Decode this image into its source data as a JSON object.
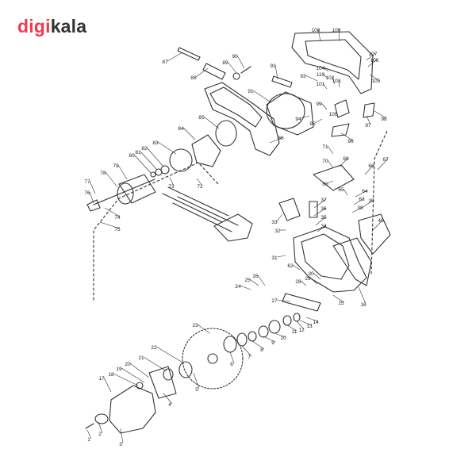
{
  "logo": {
    "part1": "digi",
    "part2": "kala",
    "color1": "#ef394e",
    "color2": "#333333"
  },
  "diagram": {
    "line_color": "#333333",
    "label_color": "#222222",
    "callouts": [
      "1",
      "2",
      "3",
      "4",
      "5",
      "6",
      "7",
      "8",
      "9",
      "10",
      "11",
      "12",
      "13",
      "14",
      "15",
      "16",
      "17",
      "18",
      "19",
      "20",
      "21",
      "22",
      "23",
      "24",
      "25",
      "26",
      "27",
      "28",
      "29",
      "30",
      "31",
      "32",
      "33",
      "34",
      "35",
      "36",
      "37",
      "38",
      "39",
      "40",
      "62",
      "63",
      "64",
      "65",
      "66",
      "67",
      "68",
      "69",
      "70",
      "71",
      "72",
      "73",
      "74",
      "75",
      "76",
      "77",
      "78",
      "79",
      "80",
      "81",
      "82",
      "83",
      "84",
      "85",
      "86",
      "87",
      "88",
      "89",
      "90",
      "91",
      "92",
      "93",
      "94",
      "95",
      "96",
      "97",
      "98",
      "99",
      "100",
      "101",
      "102",
      "103",
      "104",
      "105",
      "106",
      "107",
      "108",
      "109",
      "110"
    ]
  }
}
